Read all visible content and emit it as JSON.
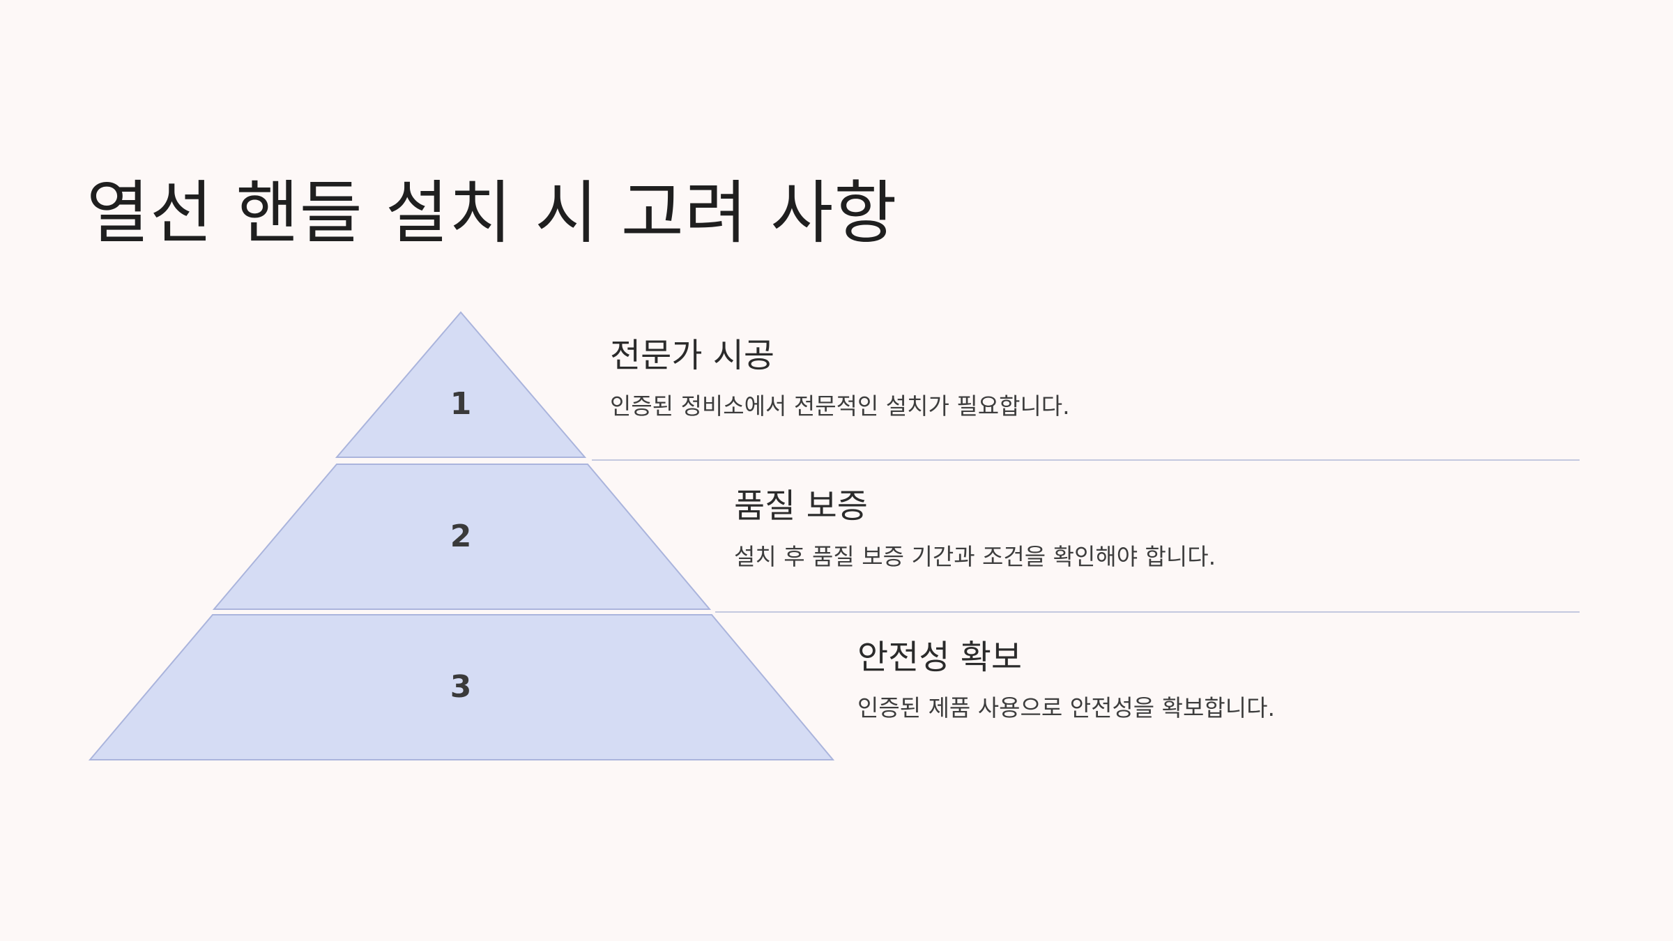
{
  "title": "열선 핸들 설치 시 고려 사항",
  "colors": {
    "background": "#fdf8f7",
    "tier_fill": "#d5dcf4",
    "tier_stroke": "#aab4dc",
    "divider": "#c3c8df"
  },
  "steps": [
    {
      "number": "1",
      "title": "전문가 시공",
      "description": "인증된 정비소에서 전문적인 설치가 필요합니다."
    },
    {
      "number": "2",
      "title": "품질 보증",
      "description": "설치 후 품질 보증 기간과 조건을 확인해야 합니다."
    },
    {
      "number": "3",
      "title": "안전성 확보",
      "description": "인증된 제품 사용으로 안전성을 확보합니다."
    }
  ]
}
